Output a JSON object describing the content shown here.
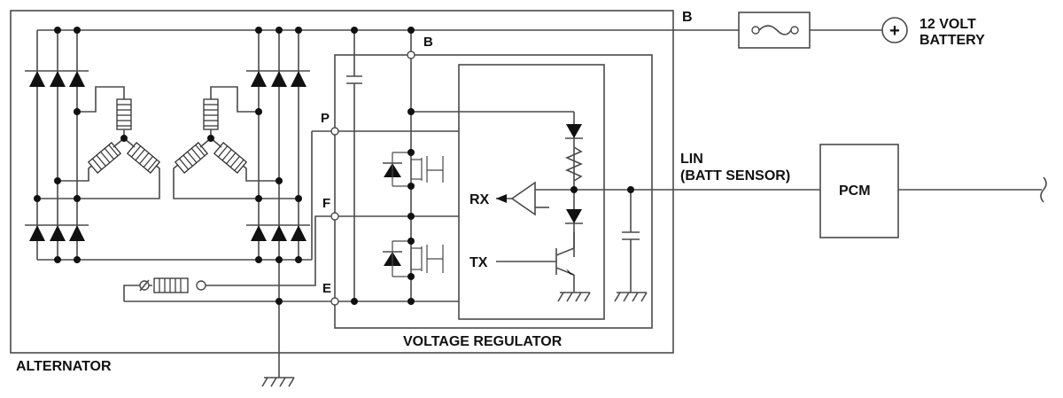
{
  "labels": {
    "alternator": "ALTERNATOR",
    "voltage_regulator": "VOLTAGE REGULATOR",
    "battery": [
      "12 VOLT",
      "BATTERY"
    ],
    "b_outer": "B",
    "b_inner": "B",
    "p": "P",
    "f": "F",
    "e": "E",
    "lin": [
      "LIN",
      "(BATT SENSOR)"
    ],
    "pcm": "PCM",
    "rx": "RX",
    "tx": "TX",
    "battery_symbol": "+"
  }
}
